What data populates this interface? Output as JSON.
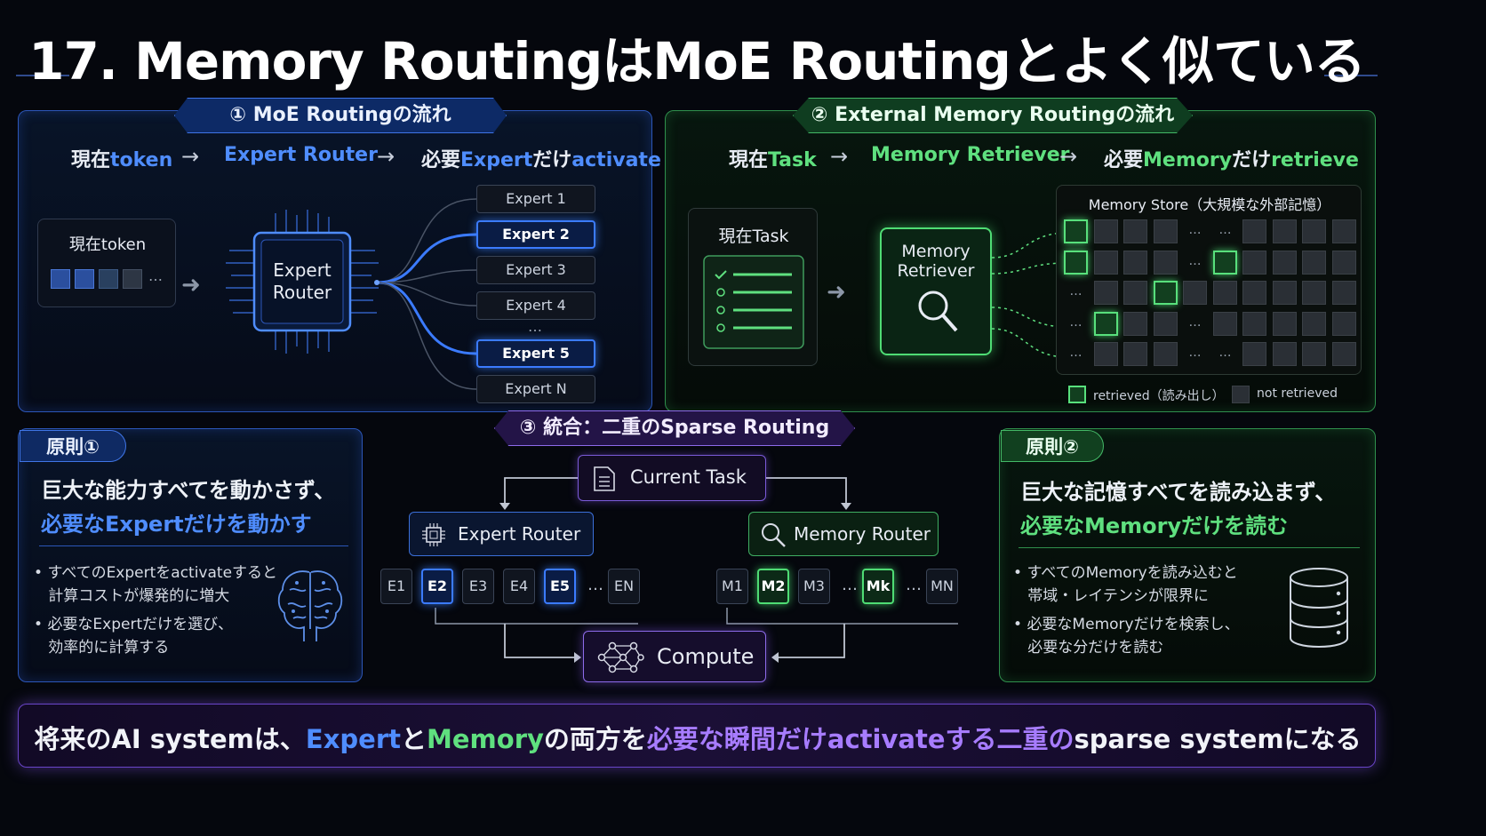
{
  "title": "17. Memory RoutingはMoE Routingとよく似ている",
  "moe": {
    "tab": "① MoE Routingの流れ",
    "flow": {
      "a_pre": "現在",
      "a_hl": "token",
      "b": "Expert Router",
      "c_pre": "必要",
      "c_hl": "Expert",
      "c_mid": "だけ",
      "c_hl2": "activate"
    },
    "token_label": "現在token",
    "token_ellipsis": "…",
    "router_label_1": "Expert",
    "router_label_2": "Router",
    "experts": [
      "Expert 1",
      "Expert 2",
      "Expert 3",
      "Expert 4",
      "Expert 5",
      "Expert N"
    ],
    "experts_ellipsis": "…",
    "active_experts": [
      "Expert 2",
      "Expert 5"
    ]
  },
  "memory": {
    "tab": "② External Memory Routingの流れ",
    "flow": {
      "a_pre": "現在",
      "a_hl": "Task",
      "b": "Memory Retriever",
      "c_pre": "必要",
      "c_hl": "Memory",
      "c_mid": "だけ",
      "c_hl2": "retrieve"
    },
    "task_label": "現在Task",
    "retriever_label_1": "Memory",
    "retriever_label_2": "Retriever",
    "store_title": "Memory Store（大規模な外部記憶）",
    "legend_retrieved": "retrieved（読み出し）",
    "legend_not": "not retrieved",
    "ellipsis": "…"
  },
  "integration": {
    "tab": "③ 統合：二重のSparse Routing",
    "current_task": "Current Task",
    "expert_router": "Expert Router",
    "memory_router": "Memory Router",
    "compute": "Compute",
    "e_items": [
      "E1",
      "E2",
      "E3",
      "E4",
      "E5",
      "…",
      "EN"
    ],
    "e_active": [
      "E2",
      "E5"
    ],
    "m_items": [
      "M1",
      "M2",
      "M3",
      "…",
      "Mk",
      "…",
      "MN"
    ],
    "m_active": [
      "M2",
      "Mk"
    ]
  },
  "principle1": {
    "tab": "原則①",
    "line1": "巨大な能力すべてを動かさず、",
    "line2": "必要なExpertだけを動かす",
    "b1_l1": "すべてのExpertをactivateすると",
    "b1_l2": "計算コストが爆発的に増大",
    "b2_l1": "必要なExpertだけを選び、",
    "b2_l2": "効率的に計算する",
    "bullet": "•"
  },
  "principle2": {
    "tab": "原則②",
    "line1": "巨大な記憶すべてを読み込まず、",
    "line2": "必要なMemoryだけを読む",
    "b1_l1": "すべてのMemoryを読み込むと",
    "b1_l2": "帯域・レイテンシが限界に",
    "b2_l1": "必要なMemoryだけを検索し、",
    "b2_l2": "必要な分だけを読む",
    "bullet": "•"
  },
  "footer": {
    "p1": "将来のAI systemは、",
    "p2": "Expert",
    "p3": "と",
    "p4": "Memory",
    "p5": "の両方を",
    "p6": "必要な瞬間だけactivateする二重の",
    "p7": "sparse systemになる"
  },
  "colors": {
    "blue": "#4f8dff",
    "green": "#5fe07f",
    "purple": "#a77cff",
    "background": "#05070d"
  },
  "icons": [
    "chip-icon",
    "search-icon",
    "checklist-icon",
    "brain-icon",
    "database-icon",
    "document-icon",
    "network-icon"
  ]
}
